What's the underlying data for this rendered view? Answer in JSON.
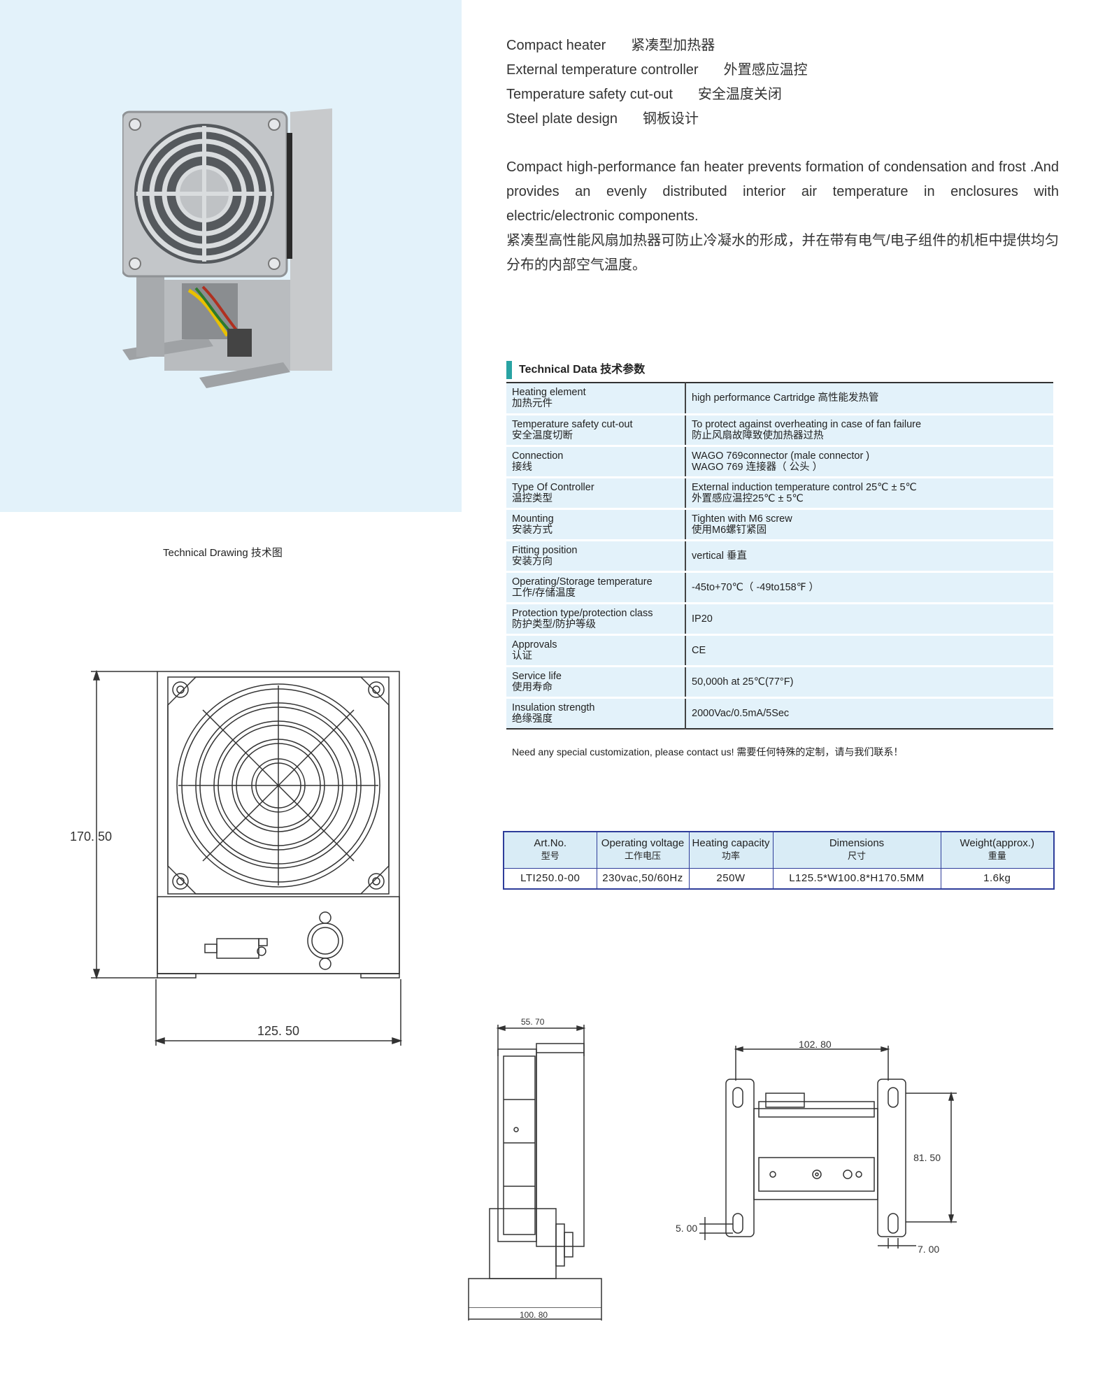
{
  "features": [
    {
      "en": "Compact heater",
      "zh": "紧凑型加热器"
    },
    {
      "en": "External temperature controller",
      "zh": "外置感应温控"
    },
    {
      "en": "Temperature safety cut-out",
      "zh": "安全温度关闭"
    },
    {
      "en": "Steel plate design",
      "zh": "钢板设计"
    }
  ],
  "description": {
    "en": "Compact high-performance fan heater prevents formation of condensation and frost .And provides an evenly distributed interior air temperature in enclosures with electric/electronic components.",
    "zh": "紧凑型高性能风扇加热器可防止冷凝水的形成，并在带有电气/电子组件的机柜中提供均匀分布的内部空气温度。"
  },
  "technical_data": {
    "title": "Technical Data 技术参数",
    "rows": [
      {
        "param_en": "Heating element",
        "param_zh": "加热元件",
        "value_en": "high performance Cartridge  高性能发热管",
        "value_zh": ""
      },
      {
        "param_en": "Temperature safety cut-out",
        "param_zh": "安全温度切断",
        "value_en": "To protect against overheating in case of fan failure",
        "value_zh": "防止风扇故障致使加热器过热"
      },
      {
        "param_en": "Connection",
        "param_zh": "接线",
        "value_en": "WAGO  769connector (male connector )",
        "value_zh": "WAGO 769  连接器（ 公头 ）"
      },
      {
        "param_en": "Type Of Controller",
        "param_zh": "温控类型",
        "value_en": "External induction temperature control 25℃ ± 5℃",
        "value_zh": "外置感应温控25℃ ± 5℃"
      },
      {
        "param_en": "Mounting",
        "param_zh": "安装方式",
        "value_en": "Tighten with M6 screw",
        "value_zh": "使用M6螺钉紧固"
      },
      {
        "param_en": "Fitting position",
        "param_zh": "安装方向",
        "value_en": "vertical 垂直",
        "value_zh": ""
      },
      {
        "param_en": "Operating/Storage temperature",
        "param_zh": "工作/存储温度",
        "value_en": "-45to+70℃（ -49to158℉ ）",
        "value_zh": ""
      },
      {
        "param_en": "Protection type/protection class",
        "param_zh": "防护类型/防护等级",
        "value_en": "IP20",
        "value_zh": ""
      },
      {
        "param_en": "Approvals",
        "param_zh": "认证",
        "value_en": "CE",
        "value_zh": ""
      },
      {
        "param_en": "Service life",
        "param_zh": "使用寿命",
        "value_en": "50,000h at 25℃(77°F)",
        "value_zh": ""
      },
      {
        "param_en": "Insulation strength",
        "param_zh": "绝缘强度",
        "value_en": "2000Vac/0.5mA/5Sec",
        "value_zh": ""
      }
    ],
    "note": "Need any special customization, please contact us!  需要任何特殊的定制，请与我们联系！"
  },
  "model_table": {
    "headers": [
      {
        "en": "Art.No.",
        "zh": "型号"
      },
      {
        "en": "Operating voltage",
        "zh": "工作电压"
      },
      {
        "en": "Heating capacity",
        "zh": "功率"
      },
      {
        "en": "Dimensions",
        "zh": "尺寸"
      },
      {
        "en": "Weight(approx.)",
        "zh": "重量"
      }
    ],
    "rows": [
      [
        "LTI250.0-00",
        "230vac,50/60Hz",
        "250W",
        "L125.5*W100.8*H170.5MM",
        "1.6kg"
      ]
    ]
  },
  "drawing": {
    "label": "Technical Drawing 技术图",
    "front": {
      "height": "170. 50",
      "width": "125. 50"
    },
    "side": {
      "top": "55. 70",
      "bottom": "100. 80"
    },
    "bracket": {
      "width": "102. 80",
      "height": "81. 50",
      "hole_offset": "5. 00",
      "foot": "7. 00"
    }
  },
  "colors": {
    "panel_bg": "#e3f2fa",
    "table_bg": "#e3f2fa",
    "accent_bar": "#29a3a3",
    "model_border": "#2e3d9a"
  }
}
